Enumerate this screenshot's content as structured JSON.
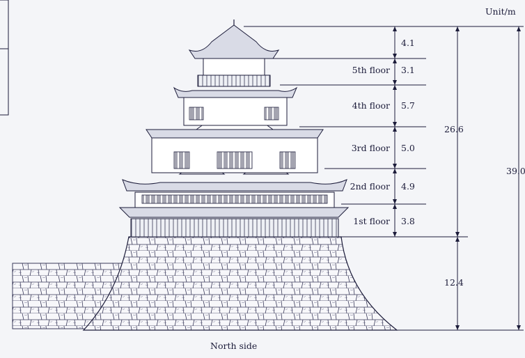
{
  "unit_label": "Unit/m",
  "caption": "North side",
  "floors": [
    {
      "name": "5th floor",
      "height": "3.1"
    },
    {
      "name": "4th floor",
      "height": "5.7"
    },
    {
      "name": "3rd floor",
      "height": "5.0"
    },
    {
      "name": "2nd floor",
      "height": "4.9"
    },
    {
      "name": "1st floor",
      "height": "3.8"
    }
  ],
  "roof_height": "4.1",
  "tower_height": "26.6",
  "base_height": "12.4",
  "total_height": "39.0",
  "colors": {
    "ink": "#1c1c3a",
    "stone": "#3a3a5a",
    "background": "#f4f5f8"
  }
}
